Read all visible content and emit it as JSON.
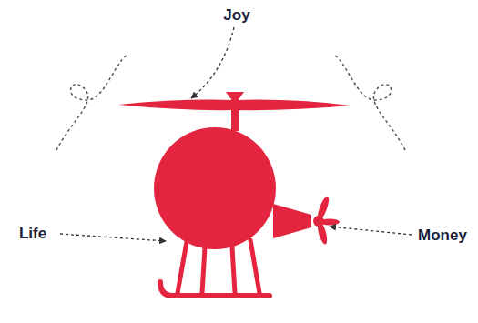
{
  "diagram": {
    "labels": [
      "Joy",
      "Life",
      "Money"
    ]
  }
}
